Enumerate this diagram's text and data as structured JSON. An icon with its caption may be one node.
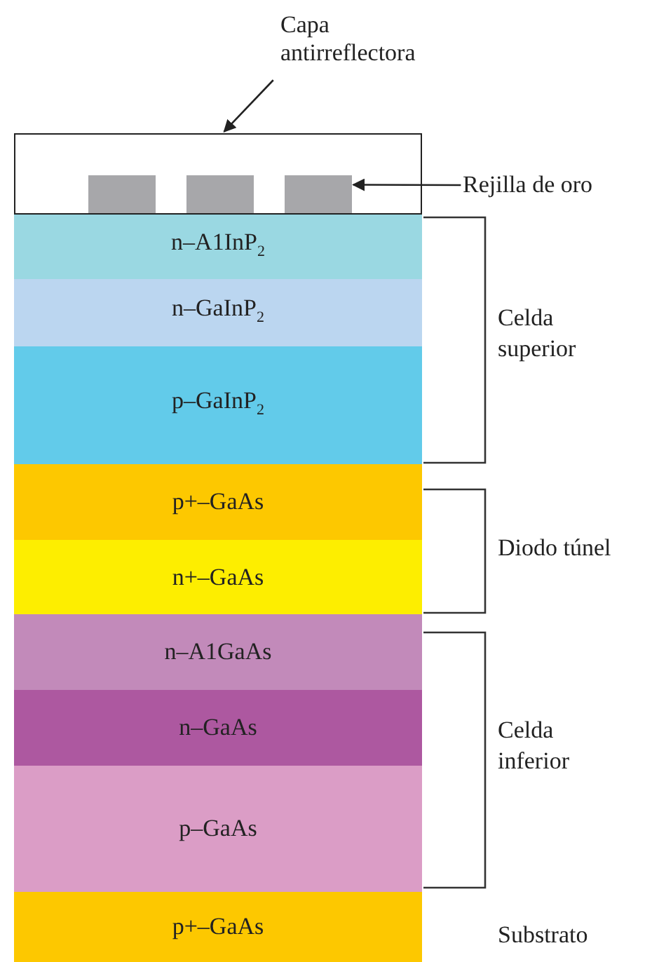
{
  "diagram": {
    "nodes": [
      {
        "text": [
          "Capa antirreflectora"
        ]
      },
      {
        "text": [],
        "shape": "box"
      },
      {
        "text": [],
        "shape": "box",
        "in": 1
      },
      {
        "text": [],
        "shape": "box",
        "in": 1
      },
      {
        "text": [],
        "shape": "box",
        "in": 1
      },
      {
        "text": [
          "Rejilla de oro"
        ]
      },
      {
        "text": [
          "n–A1InP$_{2}$"
        ]
      },
      {
        "text": [
          "n–GaInP$_{2}$"
        ]
      },
      {
        "text": [
          "p–GaInP$_{2}$"
        ]
      },
      {
        "text": [
          "p+–GaAs"
        ]
      },
      {
        "text": [
          "n+–GaAs"
        ]
      },
      {
        "text": [
          "n–A1GaAs"
        ]
      },
      {
        "text": [
          "n–GaAs"
        ]
      },
      {
        "text": [
          "p–GaAs"
        ]
      },
      {
        "text": [
          "p+–GaAs"
        ]
      }
    ],
    "edges": [
      {
        "from": 0,
        "to": 1,
        "arrow": "to"
      },
      {
        "from": 5,
        "to": 4,
        "arrow": "to"
      }
    ],
    "labels": [
      "Celda superior",
      "Diodo túnel",
      "Celda inferior",
      "Substrato"
    ]
  }
}
